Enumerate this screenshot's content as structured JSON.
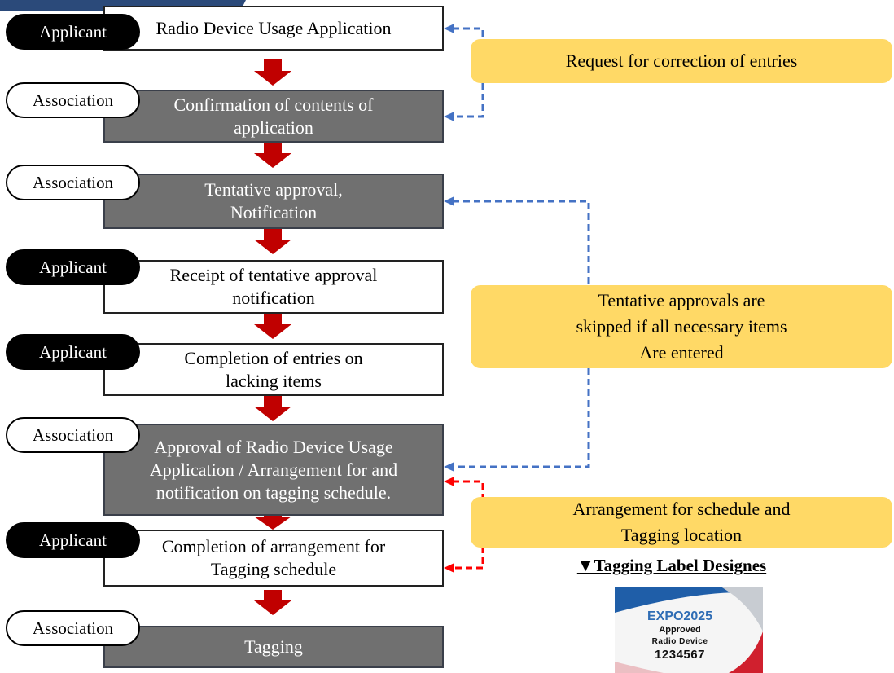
{
  "steps": [
    {
      "role": "Applicant",
      "text": "Radio Device Usage Application"
    },
    {
      "role": "Association",
      "text": "Confirmation of contents of\napplication"
    },
    {
      "role": "Association",
      "text": "Tentative approval,\nNotification"
    },
    {
      "role": "Applicant",
      "text": "Receipt of tentative approval\nnotification"
    },
    {
      "role": "Applicant",
      "text": "Completion of entries on\nlacking items"
    },
    {
      "role": "Association",
      "text": "Approval of Radio Device Usage\nApplication / Arrangement for and\nnotification on tagging schedule."
    },
    {
      "role": "Applicant",
      "text": "Completion of arrangement for\nTagging schedule"
    },
    {
      "role": "Association",
      "text": "Tagging"
    }
  ],
  "callouts": [
    {
      "text": "Request for correction of entries"
    },
    {
      "text": "Tentative approvals are\nskipped if all necessary items\nAre entered"
    },
    {
      "text": "Arrangement for schedule and\nTagging location"
    }
  ],
  "tagging_label": {
    "title": "▼Tagging Label Designes",
    "brand": "EXPO2025",
    "status": "Approved",
    "device_line": "Radio  Device",
    "number": "1234567"
  },
  "colors": {
    "step_dark": "#707070",
    "callout": "#ffd966",
    "flow_arrow": "#c00000",
    "feedback_blue": "#4472c4",
    "feedback_red": "#ff0000"
  }
}
